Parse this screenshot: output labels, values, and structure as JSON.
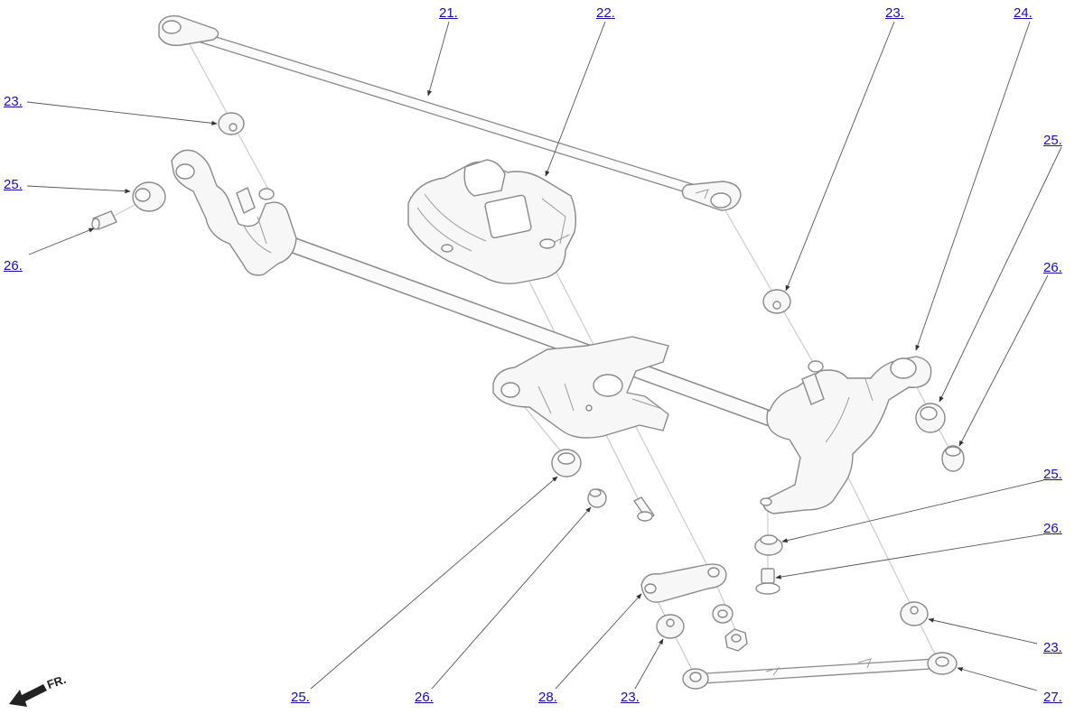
{
  "diagram": {
    "direction_label": "FR.",
    "callouts": [
      {
        "id": "c21",
        "text": "21."
      },
      {
        "id": "c22",
        "text": "22."
      },
      {
        "id": "c23a",
        "text": "23."
      },
      {
        "id": "c24",
        "text": "24."
      },
      {
        "id": "c23b",
        "text": "23."
      },
      {
        "id": "c25a",
        "text": "25."
      },
      {
        "id": "c26a",
        "text": "26."
      },
      {
        "id": "c25b",
        "text": "25."
      },
      {
        "id": "c26b",
        "text": "26."
      },
      {
        "id": "c25c",
        "text": "25."
      },
      {
        "id": "c26c",
        "text": "26."
      },
      {
        "id": "c23c",
        "text": "23."
      },
      {
        "id": "c27",
        "text": "27."
      },
      {
        "id": "c25d",
        "text": "25."
      },
      {
        "id": "c26d",
        "text": "26."
      },
      {
        "id": "c28",
        "text": "28."
      },
      {
        "id": "c23d",
        "text": "23."
      }
    ]
  }
}
